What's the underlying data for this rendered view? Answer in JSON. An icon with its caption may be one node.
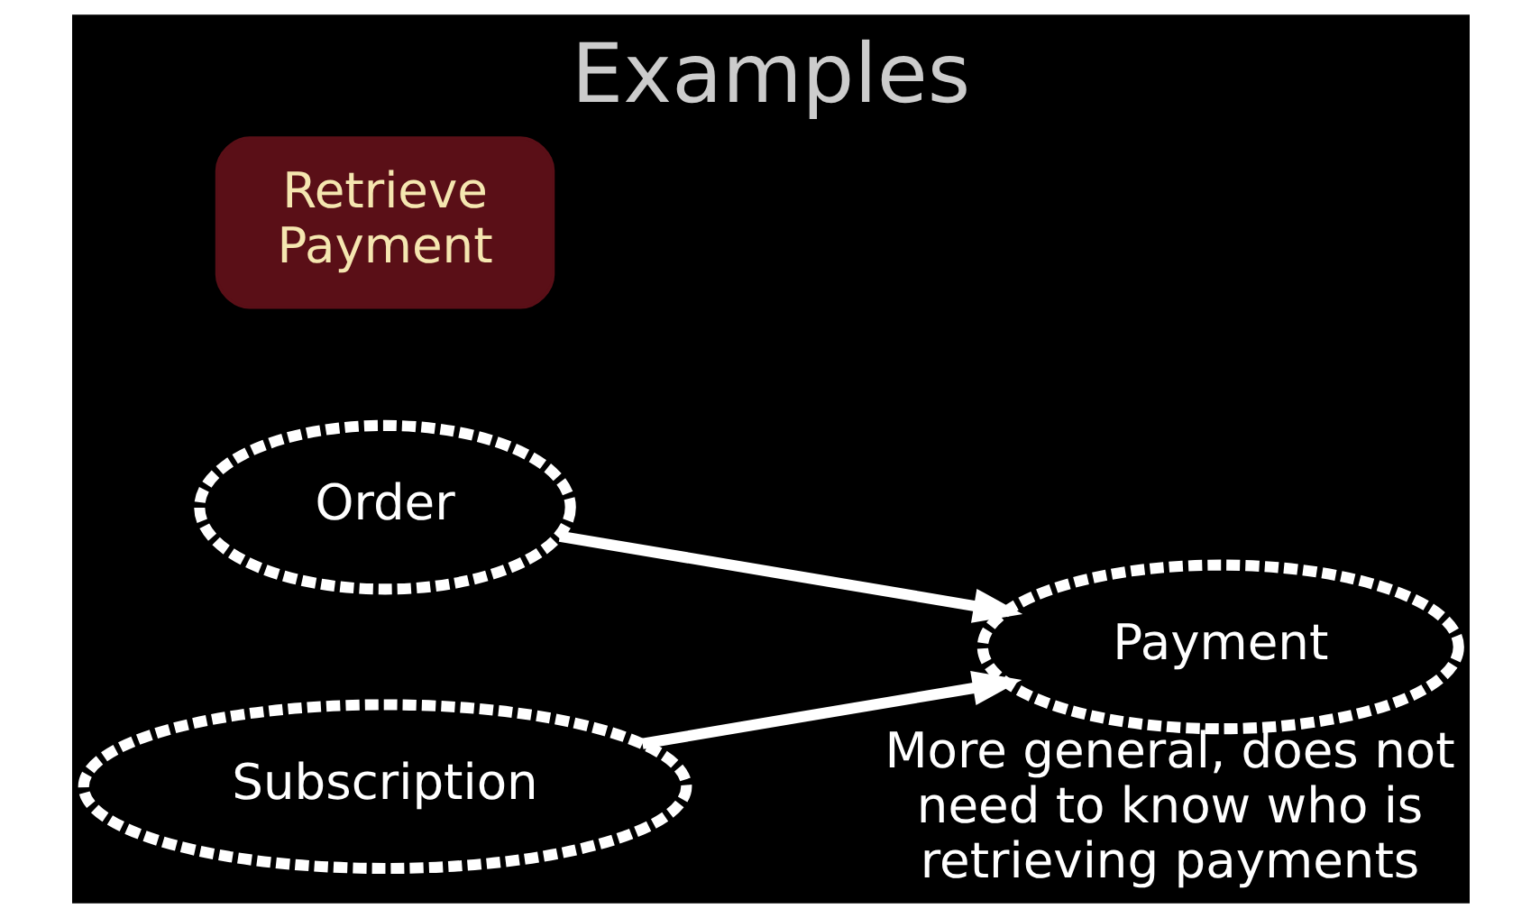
{
  "diagram": {
    "title": "Examples",
    "nodes": [
      {
        "text": [
          "Order"
        ]
      },
      {
        "text": [
          "Payment"
        ],
        "beside": [
          "More general, does not need to know who is retrieving payments"
        ]
      },
      {
        "text": [
          "Retrieve Payment"
        ]
      },
      {
        "text": [
          "Subscription"
        ]
      }
    ],
    "edges": [
      {
        "from": 0,
        "to": 1,
        "arrow": "to"
      },
      {
        "from": 3,
        "to": 1,
        "arrow": "to"
      }
    ]
  }
}
